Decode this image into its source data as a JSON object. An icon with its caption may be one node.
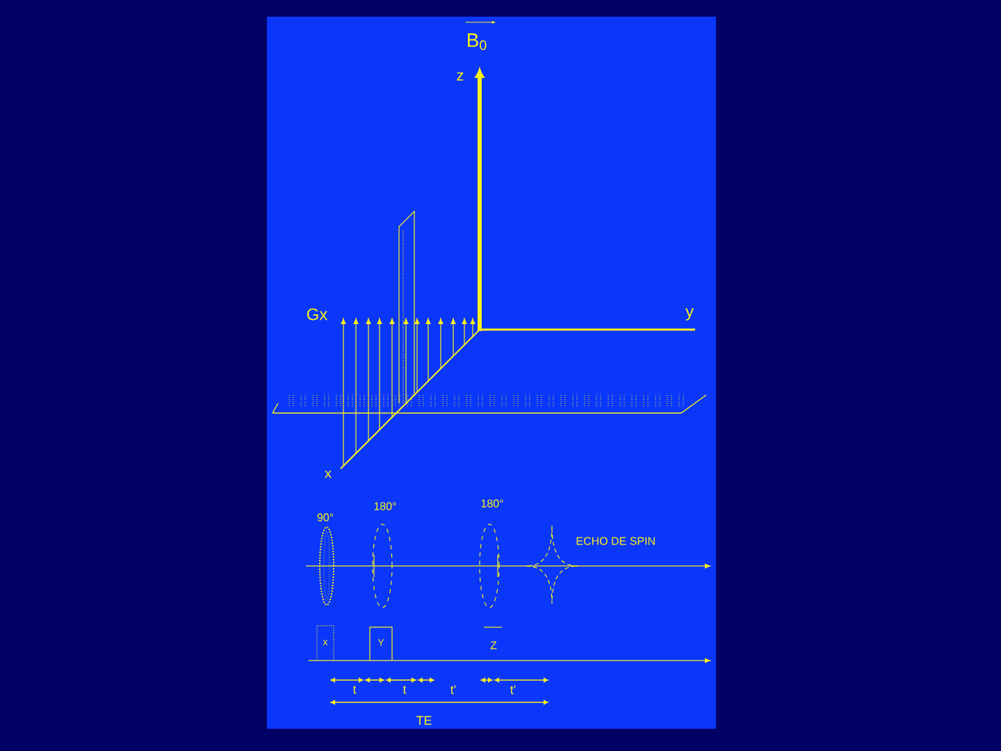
{
  "diagram": {
    "labels": [
      "B$_{0}$",
      "z",
      "Gx",
      "y",
      "x",
      "90°",
      "180°",
      "180°",
      "ECHO DE SPIN",
      "x",
      "Y",
      "Z",
      "t",
      "t",
      "t'",
      "t'",
      "TE"
    ]
  }
}
